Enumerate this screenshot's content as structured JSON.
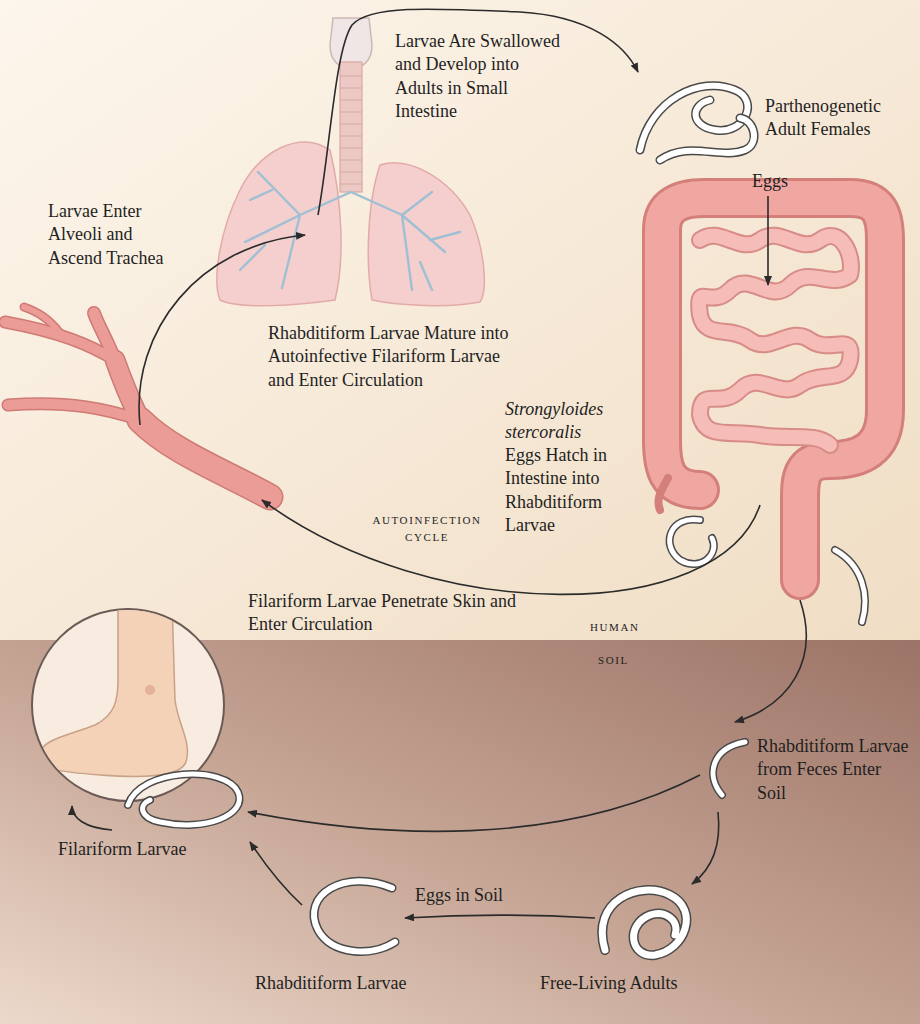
{
  "diagram": {
    "nodes": [
      {
        "text": [
          "HUMAN"
        ]
      },
      {
        "text": [
          "SOIL"
        ]
      }
    ],
    "labels": [
      "Larvae Are Swallowed and Develop into Adults in Small Intestine",
      "Parthenogenetic Adult Females",
      "Larvae Enter Alveoli and Ascend Trachea",
      "Eggs",
      "Strongyloides stercoralis",
      "Eggs Hatch in Intestine into Rhabditiform Larvae",
      "Rhabditiform Larvae Mature into Autoinfective Filariform Larvae and Enter Circulation",
      "AUTOINFECTION CYCLE",
      "Filariform Larvae Penetrate Skin and Enter Circulation",
      "Rhabditiform Larvae from Feces Enter Soil",
      "Filariform Larvae",
      "Eggs in Soil",
      "Rhabditiform Larvae",
      "Free-Living Adults"
    ]
  }
}
